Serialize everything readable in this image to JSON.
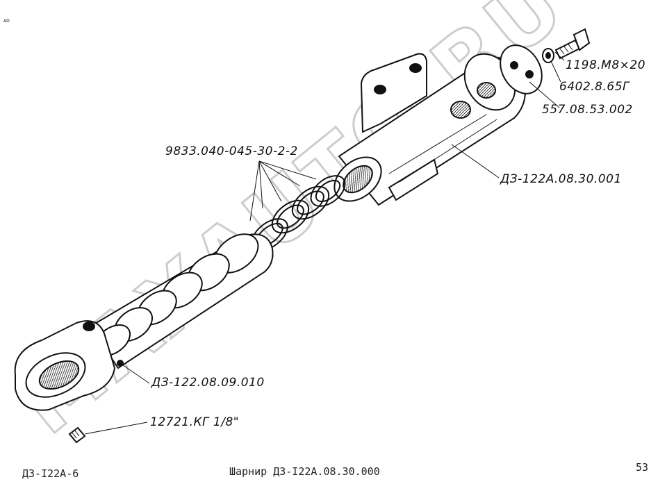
{
  "callouts": {
    "bolt": "1198.M8×20",
    "washer": "6402.8.65Г",
    "plate": "557.08.53.002",
    "housing": "ДЗ-122А.08.30.001",
    "seal_rings": "9833.040-045-30-2-2",
    "shaft": "ДЗ-122.08.09.010",
    "fitting": "12721.КГ 1/8\""
  },
  "footer": {
    "code": "ДЗ-I22А-6",
    "caption": "Шарнир ДЗ-I22А.08.30.000",
    "page": "53"
  },
  "watermark": "MAXAUTO.RU",
  "colors": {
    "ink": "#111111",
    "watermark": "#c8c8c8"
  }
}
